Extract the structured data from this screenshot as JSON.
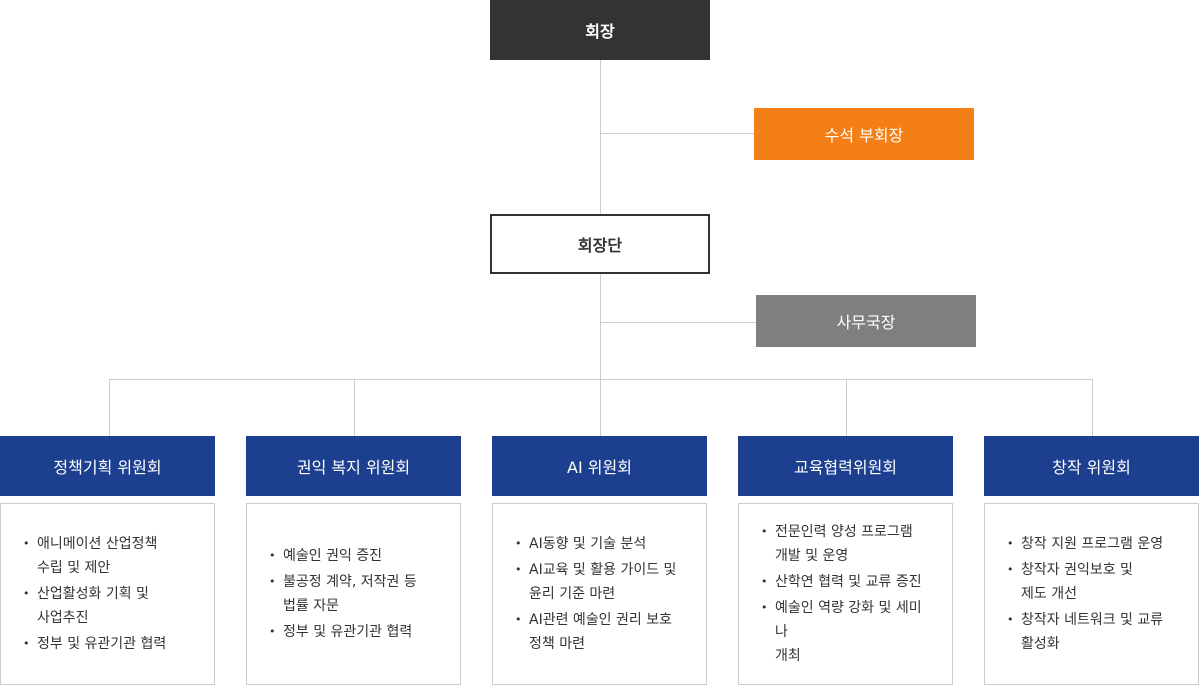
{
  "chair": "회장",
  "vice_chair": "수석 부회장",
  "board": "회장단",
  "secretary": "사무국장",
  "committees": [
    {
      "title": "정책기획 위원회",
      "items": [
        "애니메이션 산업정책\n수립 및 제안",
        "산업활성화 기획 및\n사업추진",
        "정부 및 유관기관 협력"
      ]
    },
    {
      "title": "권익 복지 위원회",
      "items": [
        "예술인 권익 증진",
        "불공정 계약, 저작권 등\n법률 자문",
        "정부 및 유관기관 협력"
      ]
    },
    {
      "title": "AI 위원회",
      "items": [
        "AI동향 및 기술 분석",
        "AI교육 및 활용 가이드 및\n윤리 기준 마련",
        "AI관련 예술인 권리 보호\n정책 마련"
      ]
    },
    {
      "title": "교육협력위원회",
      "items": [
        "전문인력 양성 프로그램\n개발 및 운영",
        "산학연 협력 및 교류 증진",
        "예술인 역량 강화 및 세미나\n개최"
      ]
    },
    {
      "title": "창작 위원회",
      "items": [
        "창작 지원 프로그램 운영",
        "창작자 권익보호 및\n제도 개선",
        "창작자 네트워크 및 교류\n활성화"
      ]
    }
  ],
  "colors": {
    "chair": "#333333",
    "vice_chair": "#f57f17",
    "secretary": "#7f7f7f",
    "committee": "#1d3f8f",
    "connector": "#cccccc"
  }
}
